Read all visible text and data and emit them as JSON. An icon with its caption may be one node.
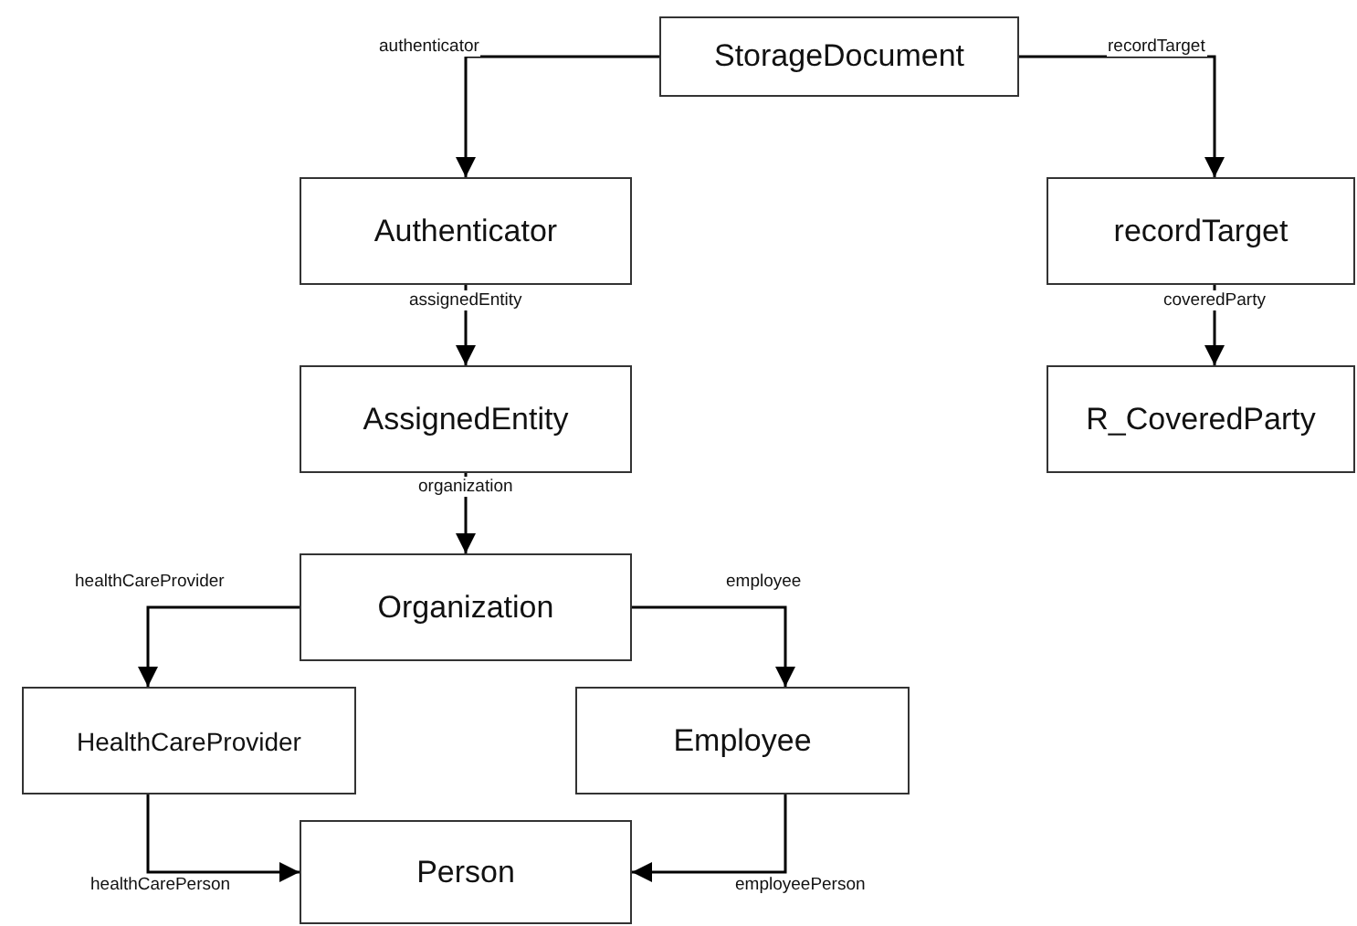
{
  "diagram": {
    "nodes": [
      {
        "text": [
          "StorageDocument"
        ]
      },
      {
        "text": [
          "Authenticator"
        ]
      },
      {
        "text": [
          "recordTarget"
        ]
      },
      {
        "text": [
          "AssignedEntity"
        ]
      },
      {
        "text": [
          "R_CoveredParty"
        ]
      },
      {
        "text": [
          "Organization"
        ]
      },
      {
        "text": [
          "HealthCareProvider"
        ]
      },
      {
        "text": [
          "Employee"
        ]
      },
      {
        "text": [
          "Person"
        ]
      }
    ],
    "edges": [
      {
        "from": 0,
        "to": 1,
        "arrow": "to",
        "label": "authenticator"
      },
      {
        "from": 0,
        "to": 2,
        "arrow": "to",
        "label": "recordTarget"
      },
      {
        "from": 1,
        "to": 3,
        "arrow": "to",
        "label": "assignedEntity"
      },
      {
        "from": 2,
        "to": 4,
        "arrow": "to",
        "label": "coveredParty"
      },
      {
        "from": 3,
        "to": 5,
        "arrow": "to",
        "label": "organization"
      },
      {
        "from": 5,
        "to": 6,
        "arrow": "to",
        "label": "healthCareProvider"
      },
      {
        "from": 5,
        "to": 7,
        "arrow": "to",
        "label": "employee"
      },
      {
        "from": 6,
        "to": 8,
        "arrow": "to",
        "label": "healthCarePerson"
      },
      {
        "from": 7,
        "to": 8,
        "arrow": "to",
        "label": "employeePerson"
      }
    ]
  }
}
